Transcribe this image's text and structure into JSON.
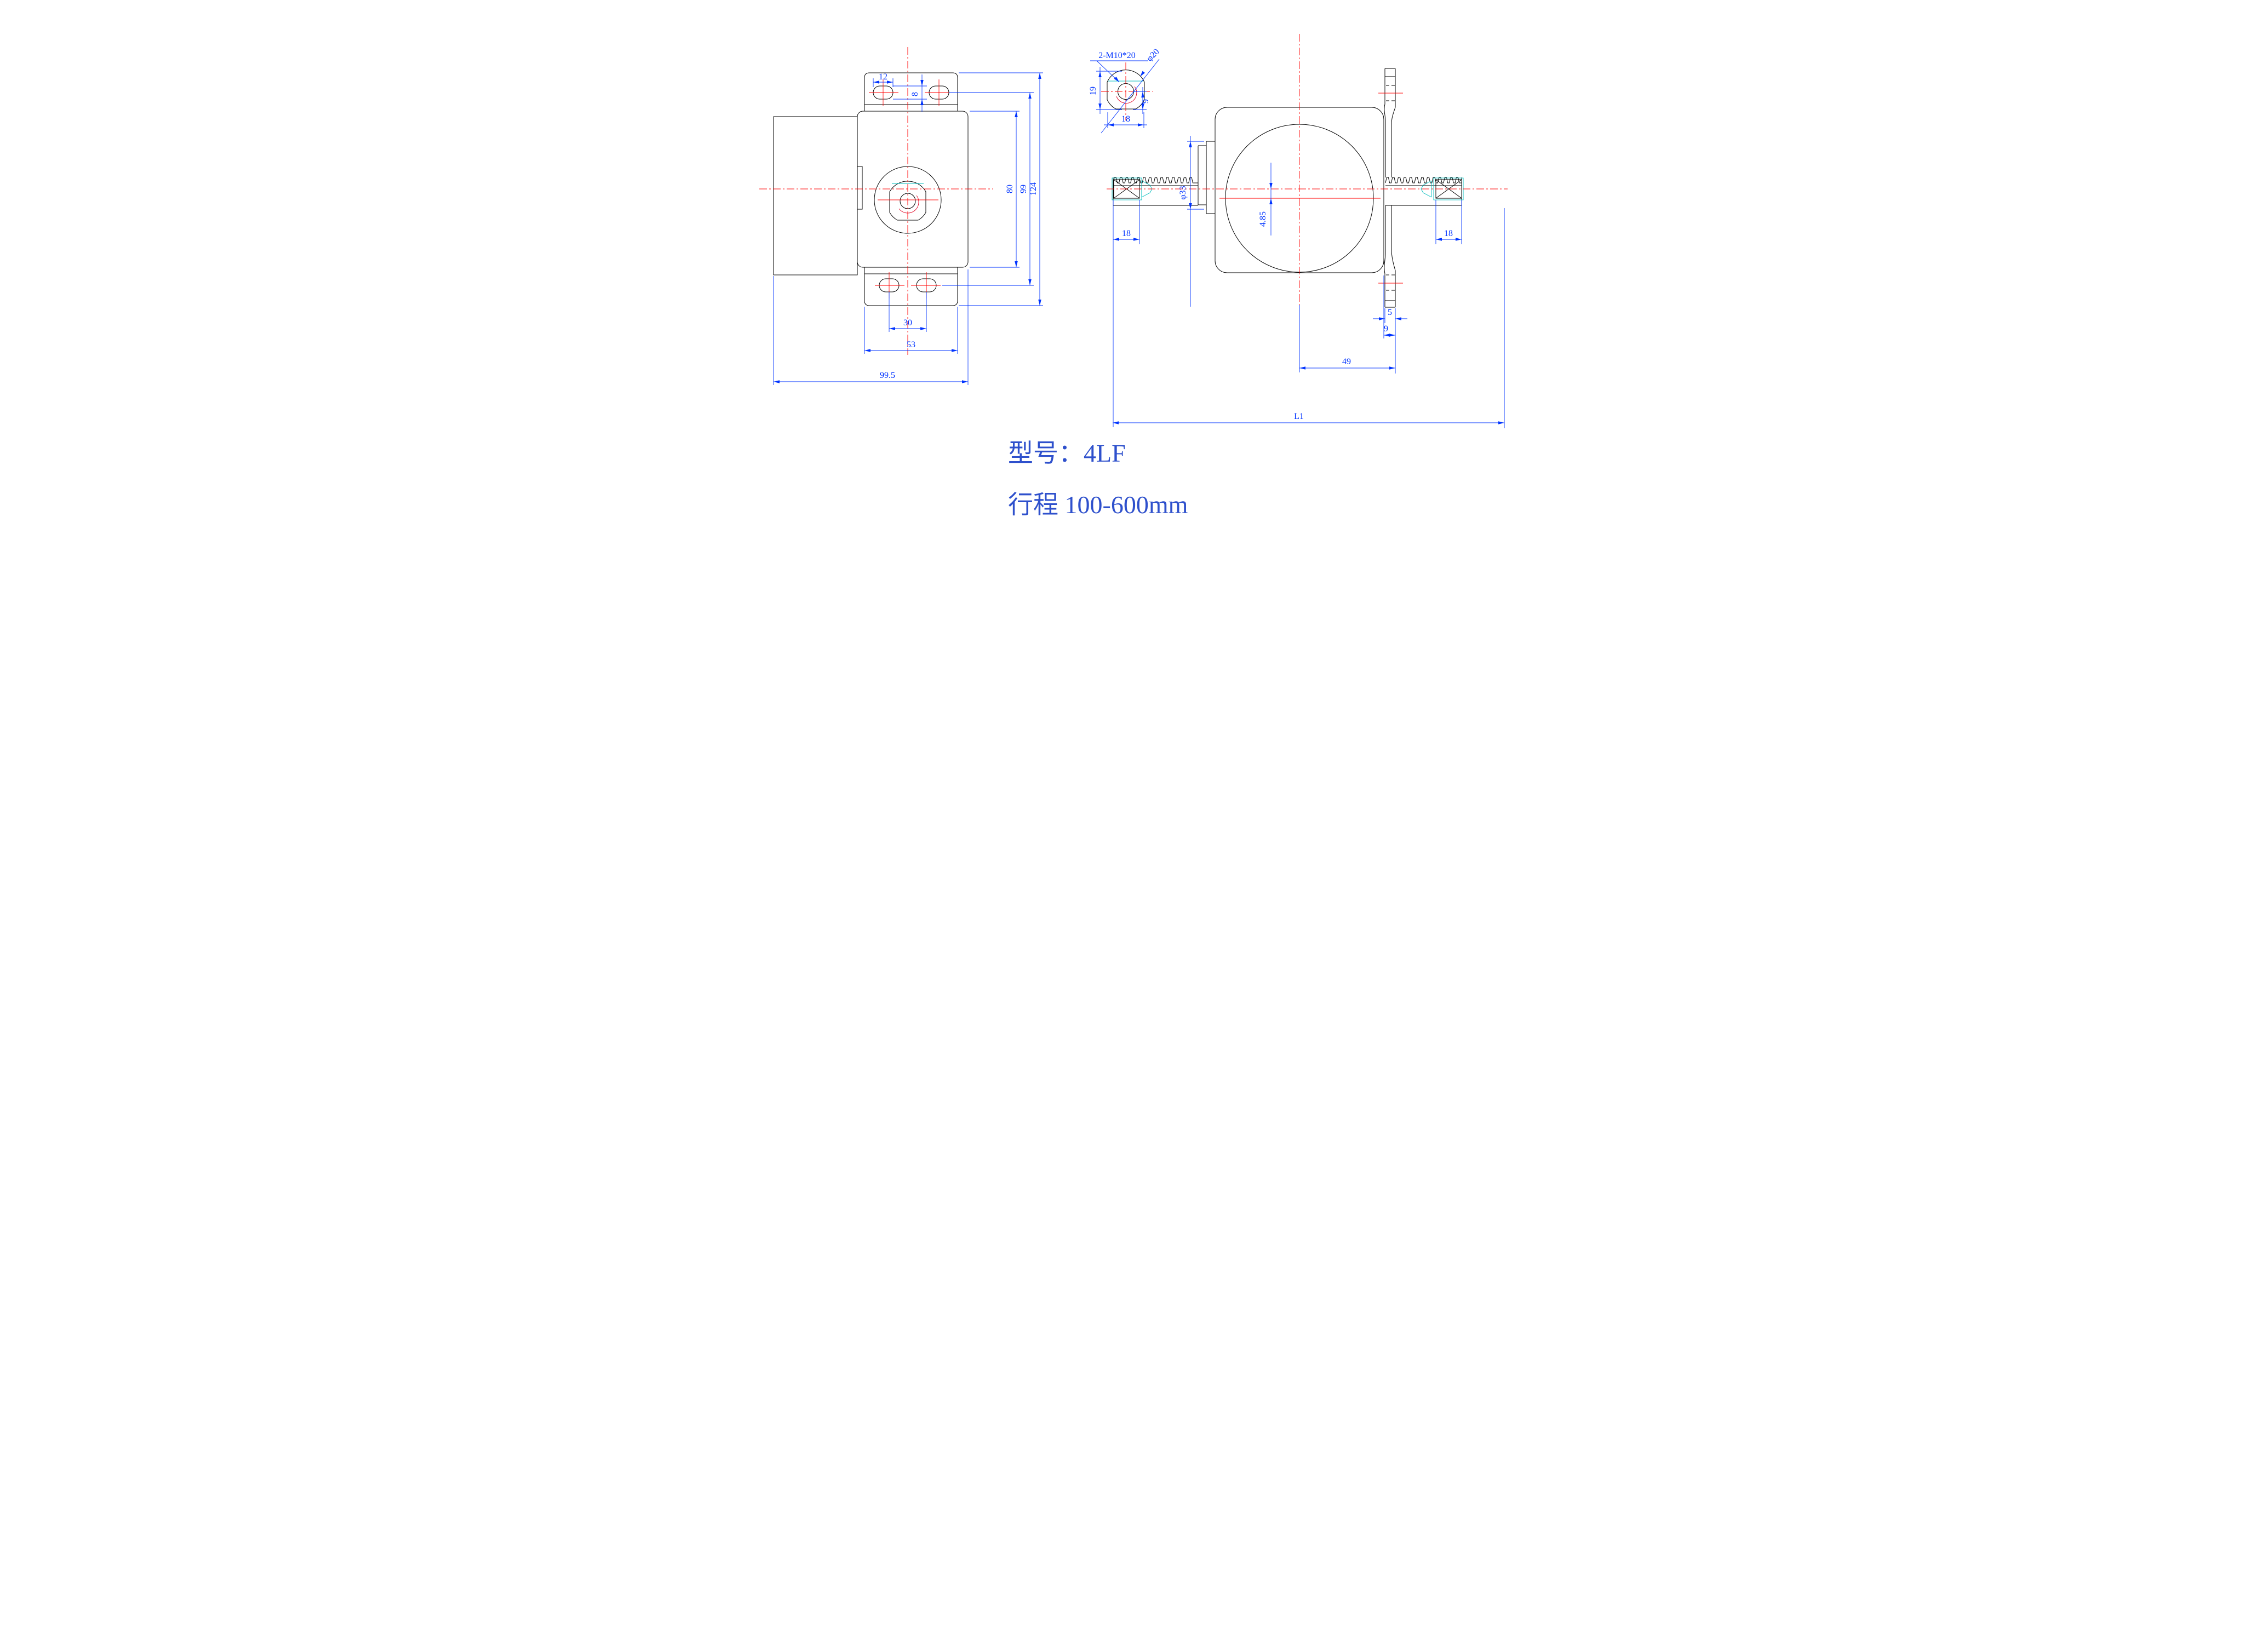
{
  "drawing": {
    "title_model": "型号：4LF",
    "title_stroke": "行程 100-600mm",
    "colors": {
      "dimension": "#0033ff",
      "centerline": "#ff0000",
      "geometry": "#000000",
      "auxiliary": "#00bdbd",
      "title_text": "#2e50cc",
      "background": "#ffffff"
    },
    "front_view": {
      "dims": {
        "slot_length": "12",
        "slot_width": "8",
        "body_height": "80",
        "slot_row_spacing": "99",
        "overall_height": "124",
        "slot_center_spacing": "30",
        "bracket_width": "53",
        "overall_width": "99.5"
      }
    },
    "detail_view": {
      "thread_note": "2-M10*20",
      "outer_diameter": "φ20",
      "height": "19",
      "width": "18",
      "center_to_bottom": "9"
    },
    "side_view": {
      "dims": {
        "boss_diameter": "φ33",
        "axis_offset": "4.85",
        "rod_end_left": "18",
        "rod_end_right": "18",
        "tab_thickness": "5",
        "tab_offset": "9",
        "center_to_bracket": "49",
        "overall_length": "L1"
      }
    }
  }
}
